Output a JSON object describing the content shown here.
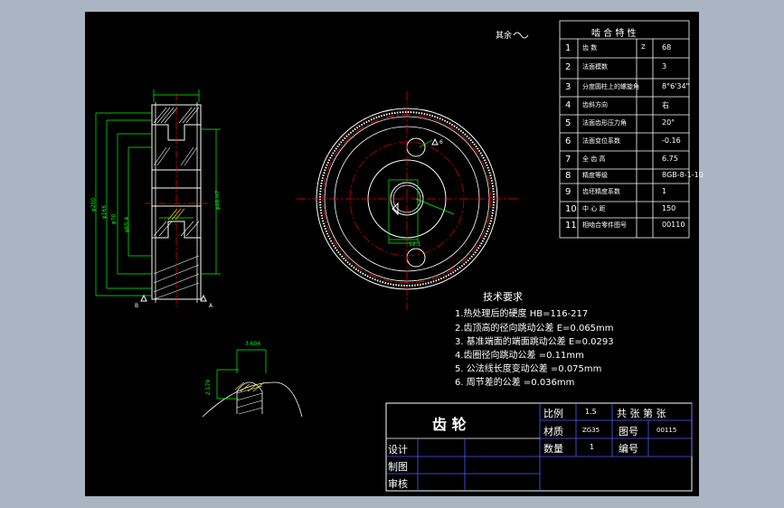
{
  "roughness_note": "其余",
  "mesh_table": {
    "title": "啮 合 特 性",
    "rows": [
      {
        "no": "1",
        "name": "齿    数",
        "sym": "Z",
        "val": "68"
      },
      {
        "no": "2",
        "name": "法面模数",
        "sym": "",
        "val": "3"
      },
      {
        "no": "3",
        "name": "分度圆柱上的螺旋角",
        "sym": "",
        "val": "8°6'34\""
      },
      {
        "no": "4",
        "name": "齿斜方向",
        "sym": "",
        "val": "右"
      },
      {
        "no": "5",
        "name": "法面齿形压力角",
        "sym": "",
        "val": "20°"
      },
      {
        "no": "6",
        "name": "法面变位系数",
        "sym": "",
        "val": "-0.16"
      },
      {
        "no": "7",
        "name": "全  齿  高",
        "sym": "",
        "val": "6.75"
      },
      {
        "no": "8",
        "name": "精度等级",
        "sym": "",
        "val": "8GB-8-1-10"
      },
      {
        "no": "9",
        "name": "齿坯精度系数",
        "sym": "",
        "val": "1"
      },
      {
        "no": "10",
        "name": "中  心  距",
        "sym": "",
        "val": "150"
      },
      {
        "no": "11",
        "name": "相啮合零件图号",
        "sym": "",
        "val": "00110"
      }
    ]
  },
  "tech_req": {
    "title": "技术要求",
    "items": [
      "1.热处理后的硬度 HB=116-217",
      "2.齿顶高的径向跳动公差 E=0.065mm",
      "3. 基准端面的端面跳动公差 E=0.0293",
      "4.齿圈径向跳动公差 =0.11mm",
      "5. 公法线长度变动公差 =0.075mm",
      "6. 周节差的公差 =0.036mm"
    ]
  },
  "detail": {
    "dim_top": "3.604",
    "dim_left": "2.179"
  },
  "side_dims": {
    "d1": "φ200",
    "d2": "φ166",
    "d3": "φ70",
    "d4": "φ65.4",
    "d5": "φ48 H7"
  },
  "front_dims": {
    "r": "6",
    "key": "12.1"
  },
  "datum_a": "A",
  "datum_b": "B",
  "title_block": {
    "part_name": "齿    轮",
    "scale_label": "比例",
    "scale_value": "1.5",
    "sheets_label": "共  张  第  张",
    "material_label": "材质",
    "material_value": "ZG35",
    "drawing_no_label": "图号",
    "drawing_no_value": "00115",
    "qty_label": "数量",
    "qty_value": "1",
    "code_label": "编号",
    "design": "设计",
    "draw": "制图",
    "review": "审核"
  },
  "colors": {
    "canvas": "#000000",
    "outline": "#ffffff",
    "dimension": "#00ff00",
    "centerline": "#ff0000",
    "table_line": "#4a5cff",
    "hatch": "#ffff00"
  }
}
